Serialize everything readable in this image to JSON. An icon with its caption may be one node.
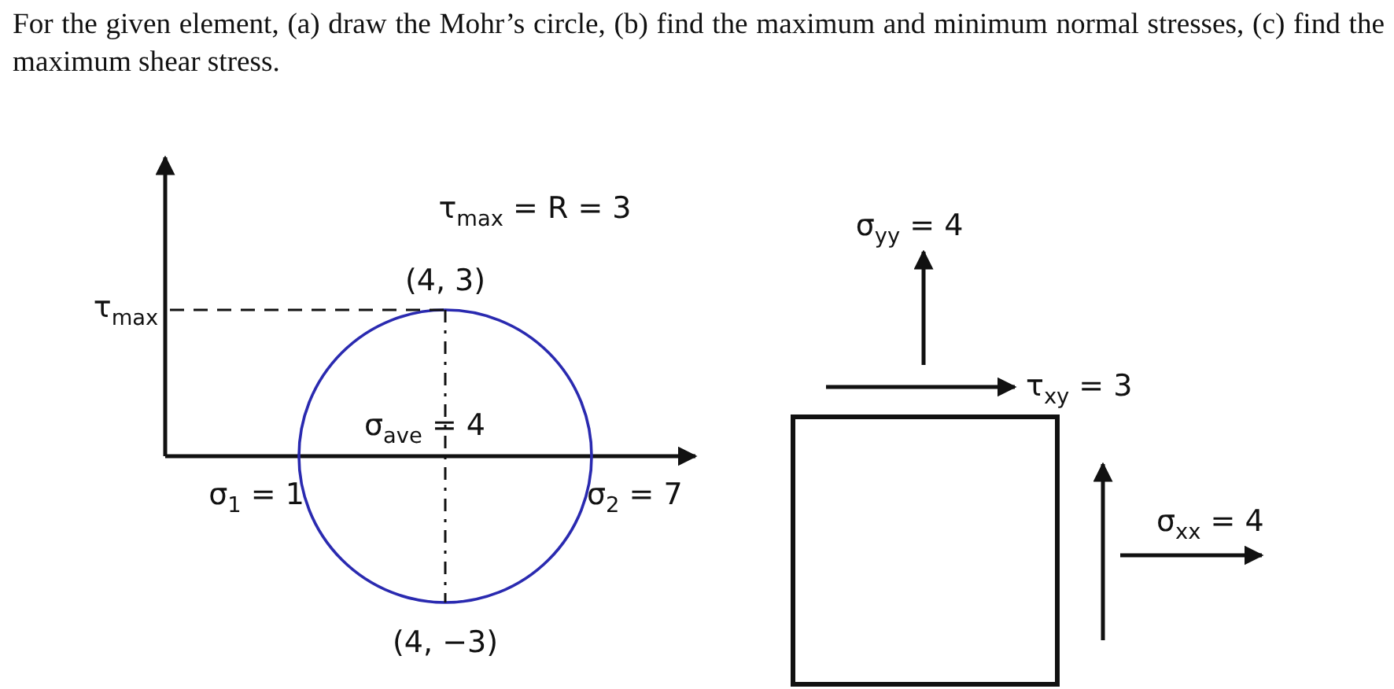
{
  "diagram": {
    "title": "For the given element, (a) draw the Mohr’s circle, (b) find the maximum and minimum normal stresses, (c) find the maximum shear stress.",
    "nodes": [
      {
        "text": [],
        "shape": "box"
      }
    ],
    "labels": [
      "τ$_{max}$ = R = 3",
      "σ$_{yy}$ = 4",
      "(4, 3)",
      "τ$_{max}$",
      "τ$_{xy}$ = 3",
      "σ$_{ave}$ = 4",
      "σ$_{1}$ = 1",
      "σ$_{2}$ = 7",
      "σ$_{xx}$ = 4",
      "(4, −3)"
    ]
  }
}
